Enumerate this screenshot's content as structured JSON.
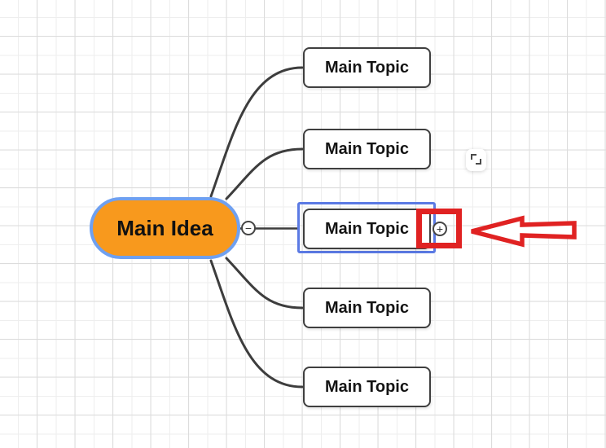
{
  "app": {
    "name": "mind-map-editor-canvas",
    "description": "Mind map canvas with central idea, five topic branches, a selected topic, and red tutorial annotations pointing at the add-subtopic (+) control"
  },
  "mindmap": {
    "central": {
      "label": "Main Idea"
    },
    "topics": [
      {
        "label": "Main Topic"
      },
      {
        "label": "Main Topic"
      },
      {
        "label": "Main Topic",
        "selected": true
      },
      {
        "label": "Main Topic"
      },
      {
        "label": "Main Topic"
      }
    ],
    "toggles": {
      "collapse_glyph": "−",
      "add_glyph": "+"
    }
  },
  "controls": {
    "expand_button": {
      "icon": "expand-diagonal"
    }
  },
  "annotations": {
    "arrow_direction": "left",
    "highlight_target": "add-subtopic-button"
  },
  "colors": {
    "central_fill": "#F8991D",
    "central_border": "#6FA0F0",
    "topic_border": "#3F3F3F",
    "selection_border": "#5B7AE4",
    "connector": "#3D3D3D",
    "annotation_red": "#E02222",
    "grid_major": "#DCDCDC",
    "grid_minor": "#EEEEEE",
    "background": "#FFFFFF"
  }
}
